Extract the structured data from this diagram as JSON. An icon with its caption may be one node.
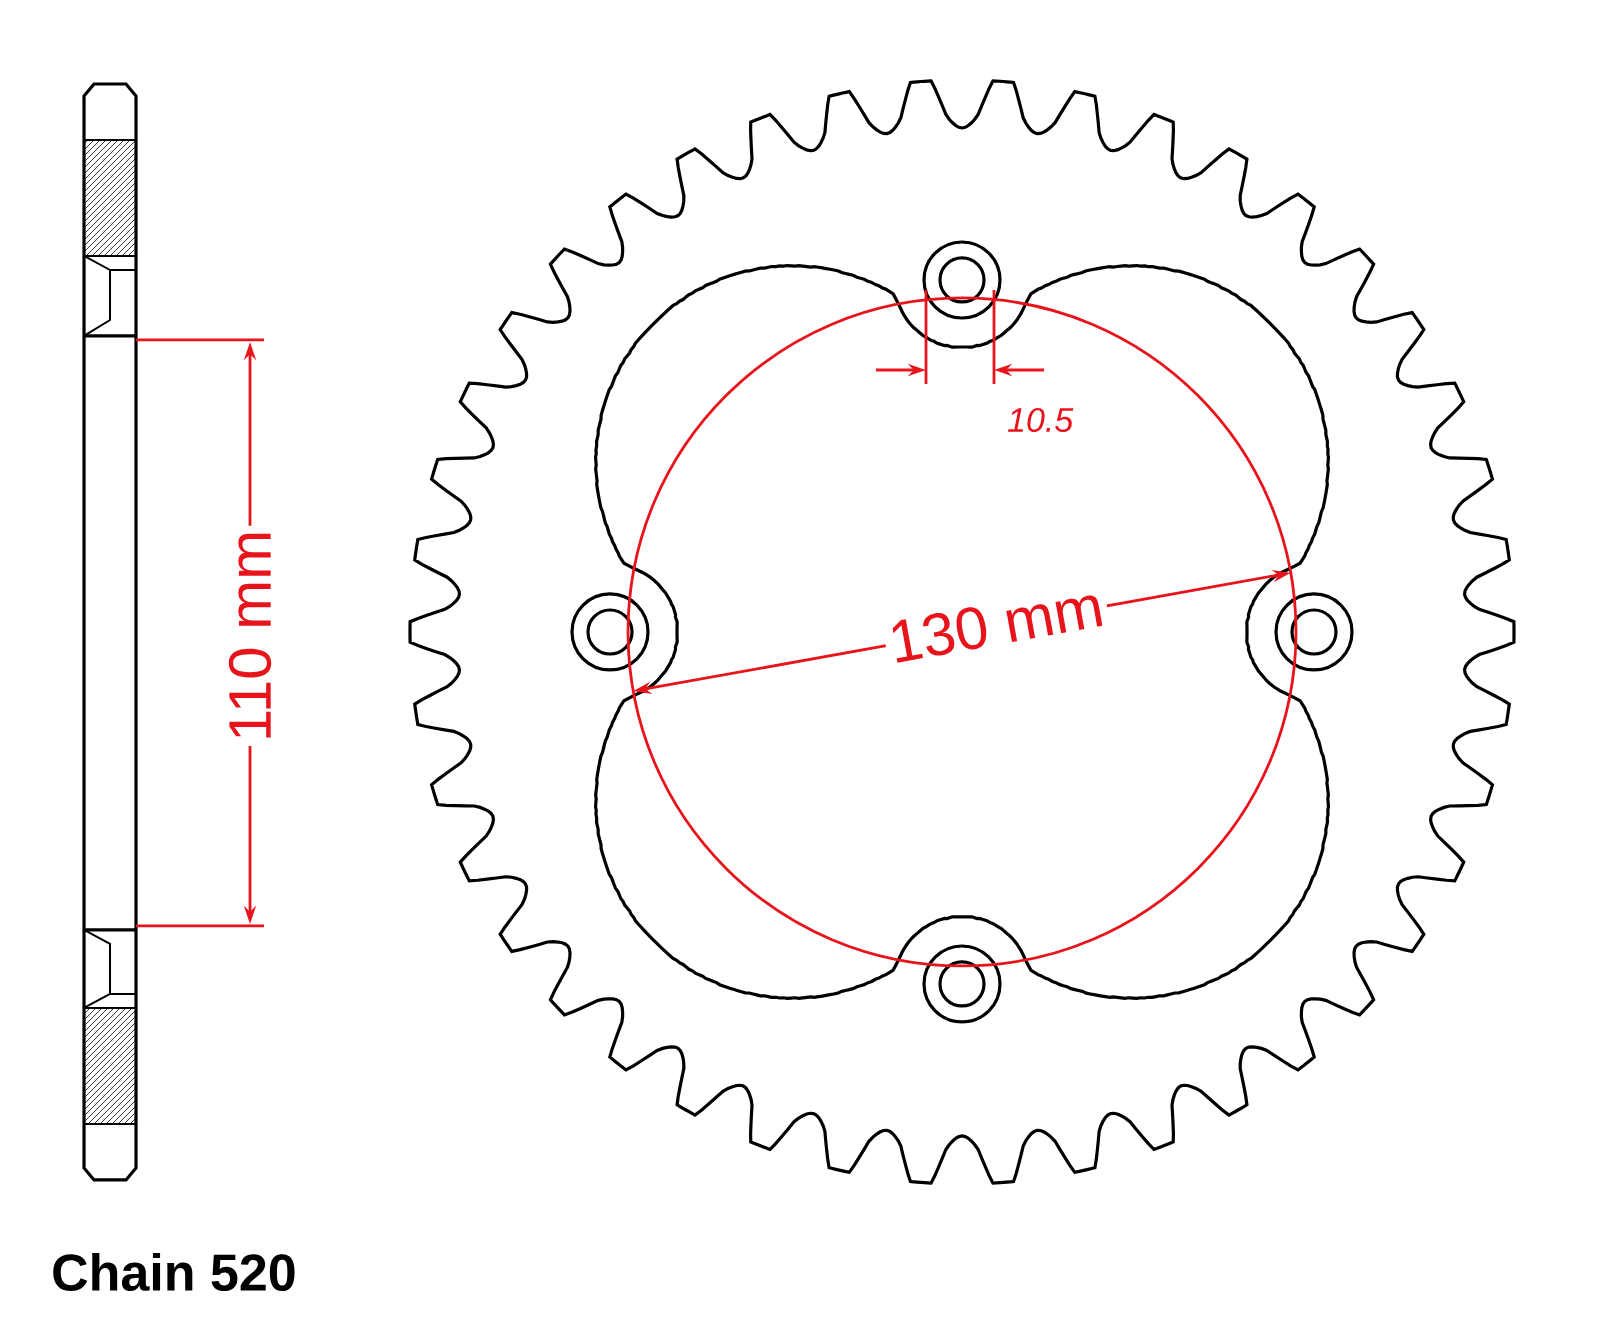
{
  "diagram": {
    "labels": [
      "10.5",
      "110 mm",
      "130 mm",
      "Chain 520"
    ]
  }
}
